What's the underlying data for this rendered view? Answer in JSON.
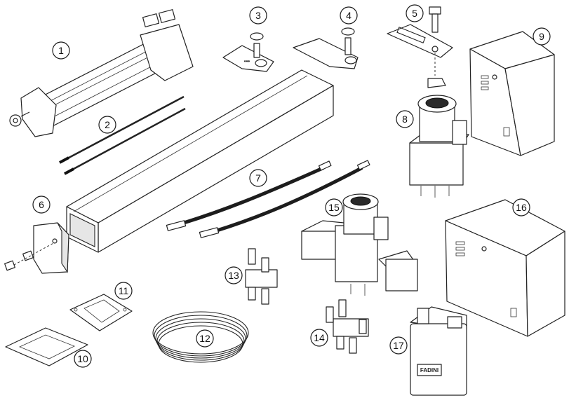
{
  "callouts": [
    {
      "number": "1",
      "part": "hydraulic-cylinder"
    },
    {
      "number": "2",
      "part": "tie-rods"
    },
    {
      "number": "3",
      "part": "front-bracket"
    },
    {
      "number": "4",
      "part": "rear-bracket"
    },
    {
      "number": "5",
      "part": "release-lever"
    },
    {
      "number": "6",
      "part": "end-cap"
    },
    {
      "number": "7",
      "part": "hydraulic-hoses"
    },
    {
      "number": "8",
      "part": "power-unit"
    },
    {
      "number": "9",
      "part": "control-box-small"
    },
    {
      "number": "10",
      "part": "gasket-large"
    },
    {
      "number": "11",
      "part": "gasket-small"
    },
    {
      "number": "12",
      "part": "tubing-coil"
    },
    {
      "number": "13",
      "part": "valve-block"
    },
    {
      "number": "14",
      "part": "valve-block-double"
    },
    {
      "number": "15",
      "part": "motor-pump-assembly"
    },
    {
      "number": "16",
      "part": "control-box-large"
    },
    {
      "number": "17",
      "part": "oil-canister"
    }
  ],
  "labels": {
    "canister_brand": "FADINI"
  },
  "colors": {
    "stroke": "#222222",
    "fill": "#ffffff",
    "hose": "#1d1d1d"
  }
}
